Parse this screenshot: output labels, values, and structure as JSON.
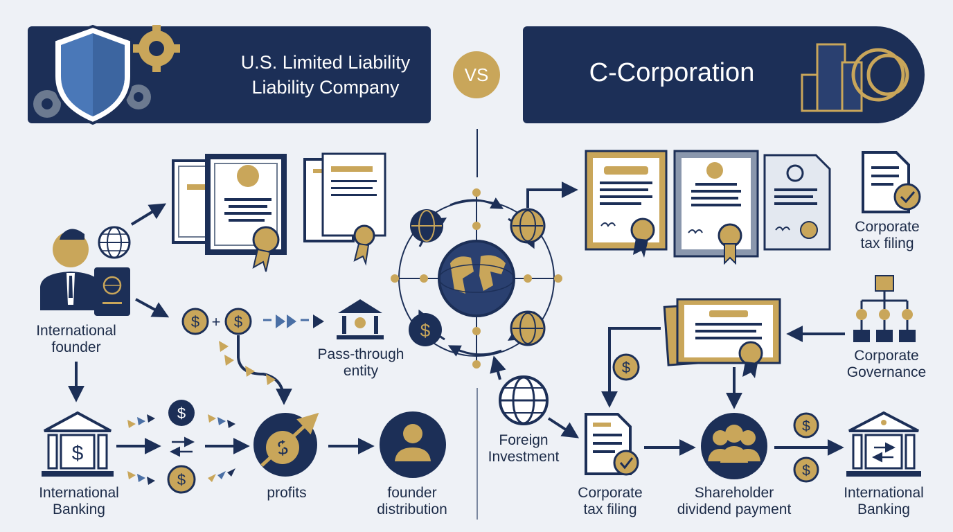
{
  "header": {
    "left_title_line1": "U.S. Limited Liability",
    "left_title_line2": "Liability Company",
    "vs_label": "VS",
    "right_title": "C-Corporation"
  },
  "llc": {
    "international_founder_line1": "International",
    "international_founder_line2": "founder",
    "pass_through_line1": "Pass-through",
    "pass_through_line2": "entity",
    "international_banking_line1": "International",
    "international_banking_line2": "Banking",
    "profits": "profits",
    "founder_distribution_line1": "founder",
    "founder_distribution_line2": "distribution"
  },
  "center": {
    "foreign_investment_line1": "Foreign",
    "foreign_investment_line2": "Investment"
  },
  "ccorp": {
    "corporate_tax_filing_top_line1": "Corporate",
    "corporate_tax_filing_top_line2": "tax filing",
    "corporate_governance_line1": "Corporate",
    "corporate_governance_line2": "Governance",
    "corporate_tax_filing_bottom_line1": "Corporate",
    "corporate_tax_filing_bottom_line2": "tax filing",
    "shareholder_line1": "Shareholder",
    "shareholder_line2": "dividend payment",
    "international_banking_line1": "International",
    "international_banking_line2": "Banking"
  },
  "colors": {
    "navy": "#1c2f57",
    "gold": "#c9a65a",
    "blue": "#4a6fa5",
    "background": "#eef1f6"
  },
  "icons": [
    "shield-icon",
    "gear-icon",
    "building-icon",
    "globe-icon",
    "certificate-icon",
    "dollar-coin-icon",
    "bank-icon",
    "user-icon",
    "passport-icon",
    "document-check-icon",
    "org-chart-icon",
    "group-icon"
  ]
}
